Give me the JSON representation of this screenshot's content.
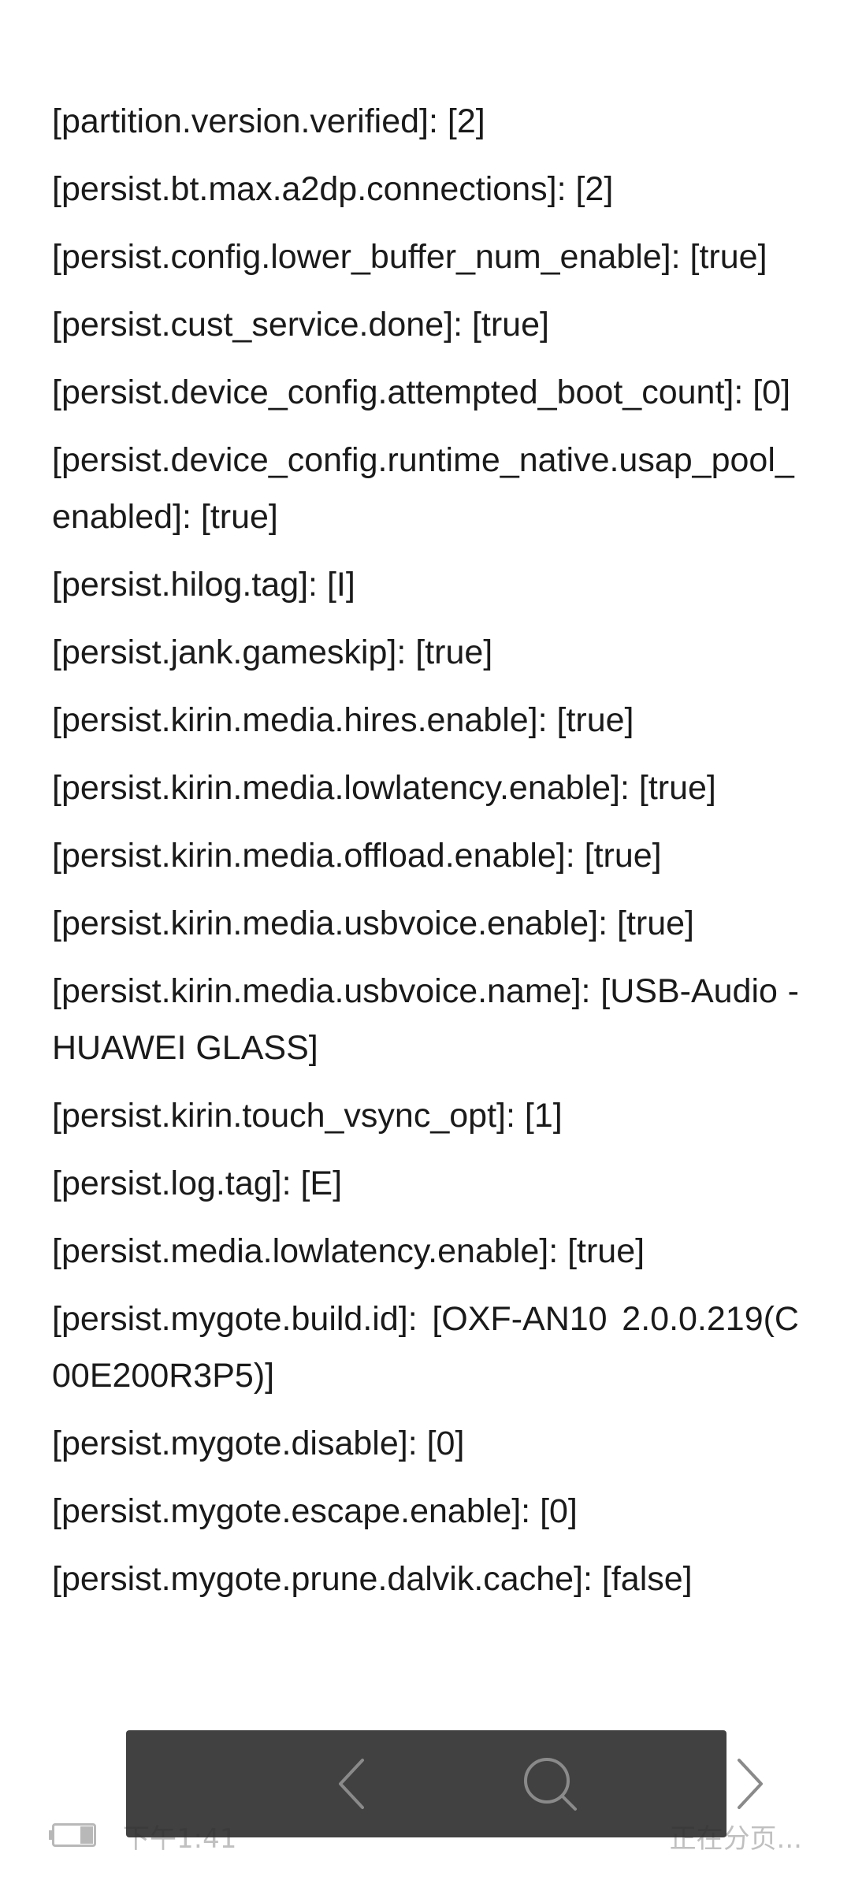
{
  "entries": [
    "[partition.version.verified]: [2]",
    "[persist.bt.max.a2dp.connections]: [2]",
    "[persist.config.lower_buffer_num_enable]: [true]",
    "[persist.cust_service.done]: [true]",
    "[persist.device_config.attempted_boot_count]: [0]",
    "[persist.device_config.runtime_native.usap_pool_enabled]: [true]",
    "[persist.hilog.tag]: [I]",
    "[persist.jank.gameskip]: [true]",
    "[persist.kirin.media.hires.enable]: [true]",
    "[persist.kirin.media.lowlatency.enable]: [true]",
    "[persist.kirin.media.offload.enable]: [true]",
    "[persist.kirin.media.usbvoice.enable]: [true]",
    "[persist.kirin.media.usbvoice.name]: [USB-Audio - HUAWEI GLASS]",
    "[persist.kirin.touch_vsync_opt]: [1]",
    "[persist.log.tag]: [E]",
    "[persist.media.lowlatency.enable]: [true]",
    "[persist.mygote.build.id]: [OXF-AN10 2.0.0.219(C00E200R3P5)]",
    "[persist.mygote.disable]: [0]",
    "[persist.mygote.escape.enable]: [0]",
    "[persist.mygote.prune.dalvik.cache]: [false]"
  ],
  "footer": {
    "time": "下午1:41",
    "page_status": "正在分页..."
  },
  "nav": {
    "prev_icon": "chevron-left-icon",
    "search_icon": "search-icon",
    "next_icon": "chevron-right-icon"
  },
  "colors": {
    "overlay": "#2c2c2c",
    "text": "#1a1a1a",
    "footer_text": "#c0c0c0"
  }
}
